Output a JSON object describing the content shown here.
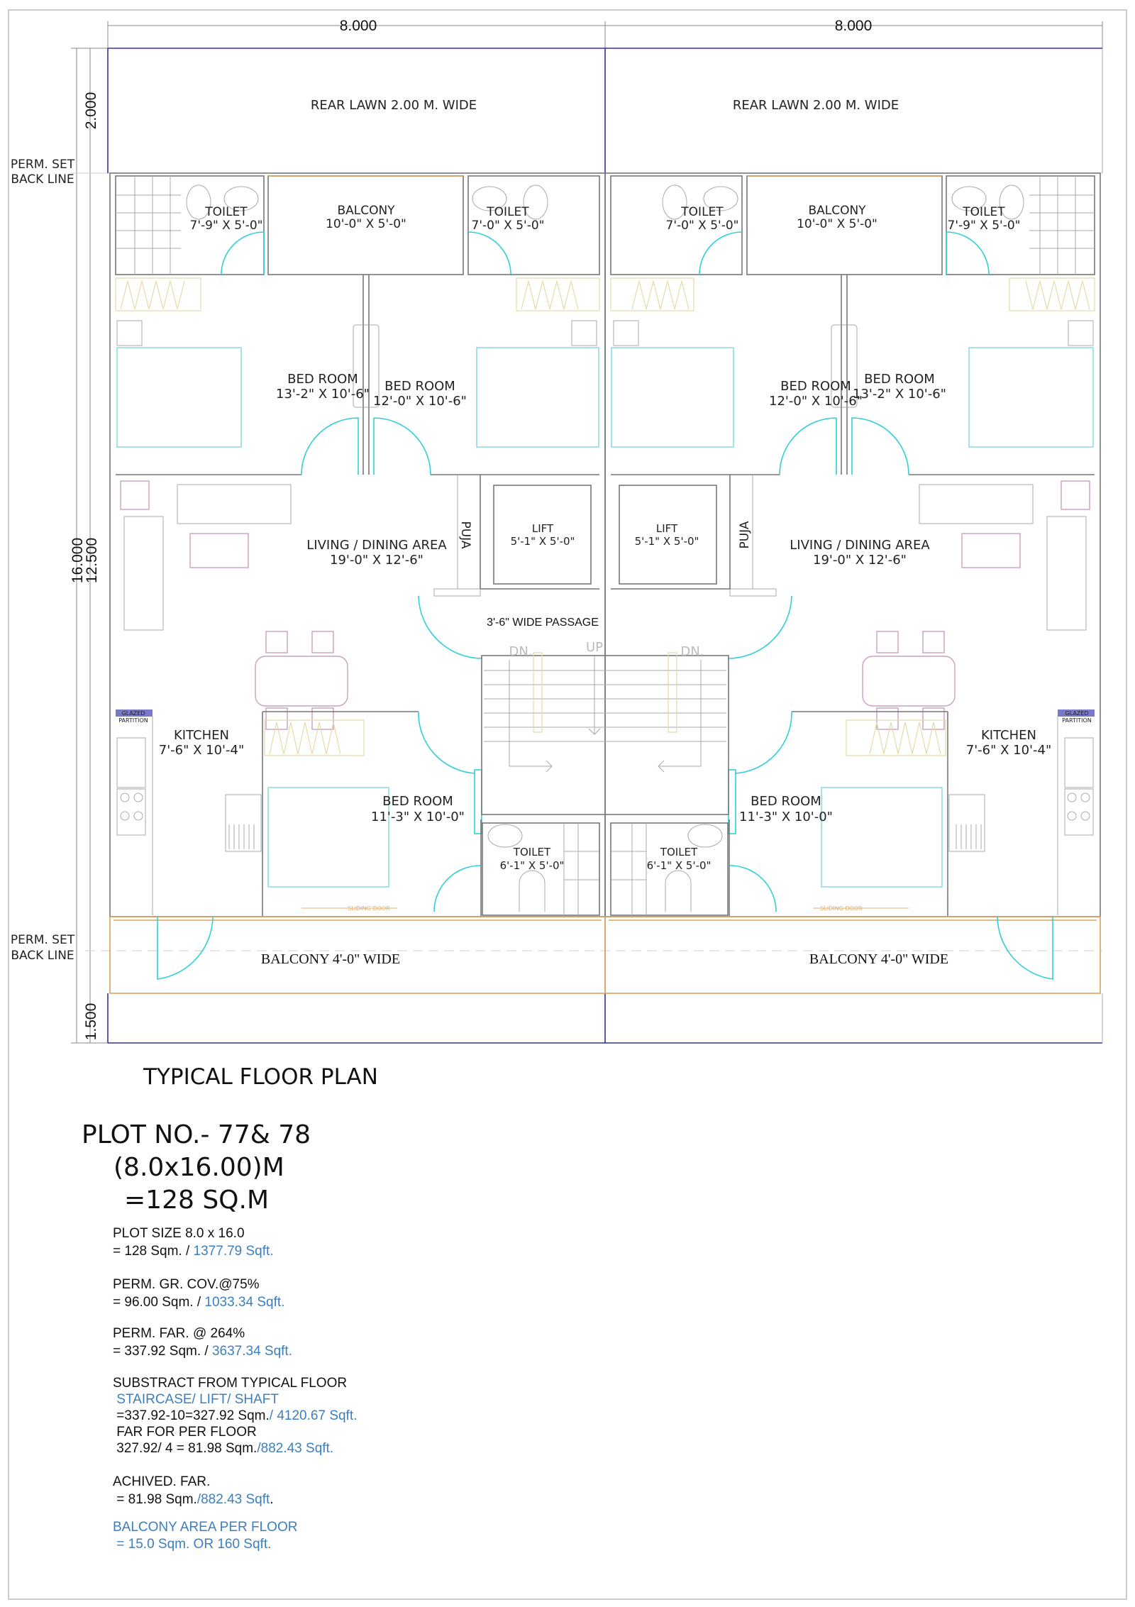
{
  "dimensions": {
    "top_left": "8.000",
    "top_right": "8.000",
    "rear": "2.000",
    "total_depth": "16.000",
    "building_depth": "12.500",
    "front": "1.500"
  },
  "setback_labels": {
    "top": [
      "PERM. SET",
      "BACK LINE"
    ],
    "bottom": [
      "PERM. SET",
      "BACK LINE"
    ]
  },
  "rear_lawn": {
    "left": "REAR LAWN 2.00 M. WIDE",
    "right": "REAR LAWN 2.00 M. WIDE"
  },
  "left_unit": {
    "toilet_a": {
      "name": "TOILET",
      "size": "7'-9\" X 5'-0\""
    },
    "balcony": {
      "name": "BALCONY",
      "size": "10'-0\" X 5'-0\""
    },
    "toilet_b": {
      "name": "TOILET",
      "size": "7'-0\" X 5'-0\""
    },
    "bedroom_a": {
      "name": "BED ROOM",
      "size": "13'-2\" X 10'-6\""
    },
    "bedroom_b": {
      "name": "BED ROOM",
      "size": "12'-0\" X 10'-6\""
    },
    "living": {
      "name": "LIVING / DINING AREA",
      "size": "19'-0\" X 12'-6\""
    },
    "puja": "PUJA",
    "lift": {
      "name": "LIFT",
      "size": "5'-1\" X 5'-0\""
    },
    "kitchen": {
      "name": "KITCHEN",
      "size": "7'-6\" X 10'-4\""
    },
    "glazed": [
      "GLAZED",
      "PARTITION"
    ],
    "bedroom_c": {
      "name": "BED ROOM",
      "size": "11'-3\" X 10'-0\""
    },
    "toilet_c": {
      "name": "TOILET",
      "size": "6'-1\" X 5'-0\""
    },
    "sliding": "SLIDING DOOR",
    "front_balcony": "BALCONY 4'-0\" WIDE"
  },
  "right_unit": {
    "toilet_a": {
      "name": "TOILET",
      "size": "7'-9\" X 5'-0\""
    },
    "balcony": {
      "name": "BALCONY",
      "size": "10'-0\" X 5'-0\""
    },
    "toilet_b": {
      "name": "TOILET",
      "size": "7'-0\" X 5'-0\""
    },
    "bedroom_a": {
      "name": "BED ROOM",
      "size": "13'-2\" X 10'-6\""
    },
    "bedroom_b": {
      "name": "BED ROOM",
      "size": "12'-0\" X 10'-6\""
    },
    "living": {
      "name": "LIVING / DINING AREA",
      "size": "19'-0\" X 12'-6\""
    },
    "puja": "PUJA",
    "lift": {
      "name": "LIFT",
      "size": "5'-1\" X 5'-0\""
    },
    "kitchen": {
      "name": "KITCHEN",
      "size": "7'-6\" X 10'-4\""
    },
    "glazed": [
      "GLAZED",
      "PARTITION"
    ],
    "bedroom_c": {
      "name": "BED ROOM",
      "size": "11'-3\" X 10'-0\""
    },
    "toilet_c": {
      "name": "TOILET",
      "size": "6'-1\" X 5'-0\""
    },
    "sliding": "SLIDING DOOR",
    "front_balcony": "BALCONY 4'-0\" WIDE"
  },
  "stair": {
    "passage": "3'-6\" WIDE PASSAGE",
    "dn_left": "DN.",
    "up": "UP",
    "dn_right": "DN."
  },
  "title": "TYPICAL FLOOR PLAN",
  "plot": {
    "line1": "PLOT NO.- 77& 78",
    "line2": "(8.0x16.00)M",
    "line3": "=128 SQ.M"
  },
  "info": {
    "plot_size": {
      "label": "PLOT SIZE 8.0 x 16.0",
      "value": " = 128 Sqm. / ",
      "sqft": "1377.79 Sqft."
    },
    "ground_cov": {
      "label": "PERM. GR. COV.@75%",
      "value": "= 96.00 Sqm. / ",
      "sqft": "1033.34 Sqft."
    },
    "far": {
      "label": "PERM. FAR. @ 264%",
      "value": " = 337.92 Sqm. / ",
      "sqft": "3637.34 Sqft."
    },
    "subtract": {
      "label": "SUBSTRACT FROM TYPICAL FLOOR",
      "items": " STAIRCASE/ LIFT/ SHAFT",
      "value": " =337.92-10=327.92 Sqm.",
      "sqft": "/ 4120.67 Sqft.",
      "per_floor_label": " FAR FOR PER FLOOR",
      "per_floor_value": " 327.92/ 4 = 81.98 Sqm.",
      "per_floor_sqft": "/882.43 Sqft."
    },
    "achieved": {
      "label": "ACHIVED. FAR.",
      "value": " = 81.98 Sqm.",
      "sqft": "/882.43 Sqft",
      "dot": "."
    },
    "balcony": {
      "label": "BALCONY AREA PER FLOOR",
      "value": " = 15.0 Sqm. OR 160 Sqft."
    }
  },
  "colors": {
    "accent": "#3b7fc0",
    "door": "#2fd0d8",
    "plot_line": "#3030a0",
    "balcony": "#d9a15c"
  }
}
